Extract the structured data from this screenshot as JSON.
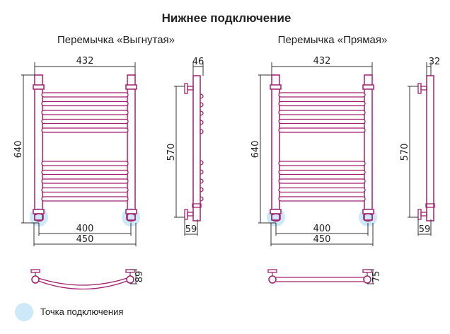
{
  "title": "Нижнее подключение",
  "variants": [
    {
      "label": "Перемычка «Выгнутая»",
      "width_top": "432",
      "height": "640",
      "axis_distance": "400",
      "width_bottom": "450",
      "side_depth": "46",
      "side_axis_height": "570",
      "side_offset": "59",
      "top_view_depth": "89",
      "curved": true
    },
    {
      "label": "Перемычка «Прямая»",
      "width_top": "432",
      "height": "640",
      "axis_distance": "400",
      "width_bottom": "450",
      "side_depth": "32",
      "side_axis_height": "570",
      "side_offset": "59",
      "top_view_depth": "75",
      "curved": false
    }
  ],
  "legend": {
    "label": "Точка подключения"
  },
  "colors": {
    "pipe": "#a0206e",
    "connection": "#cde8f6",
    "line": "#333333"
  }
}
